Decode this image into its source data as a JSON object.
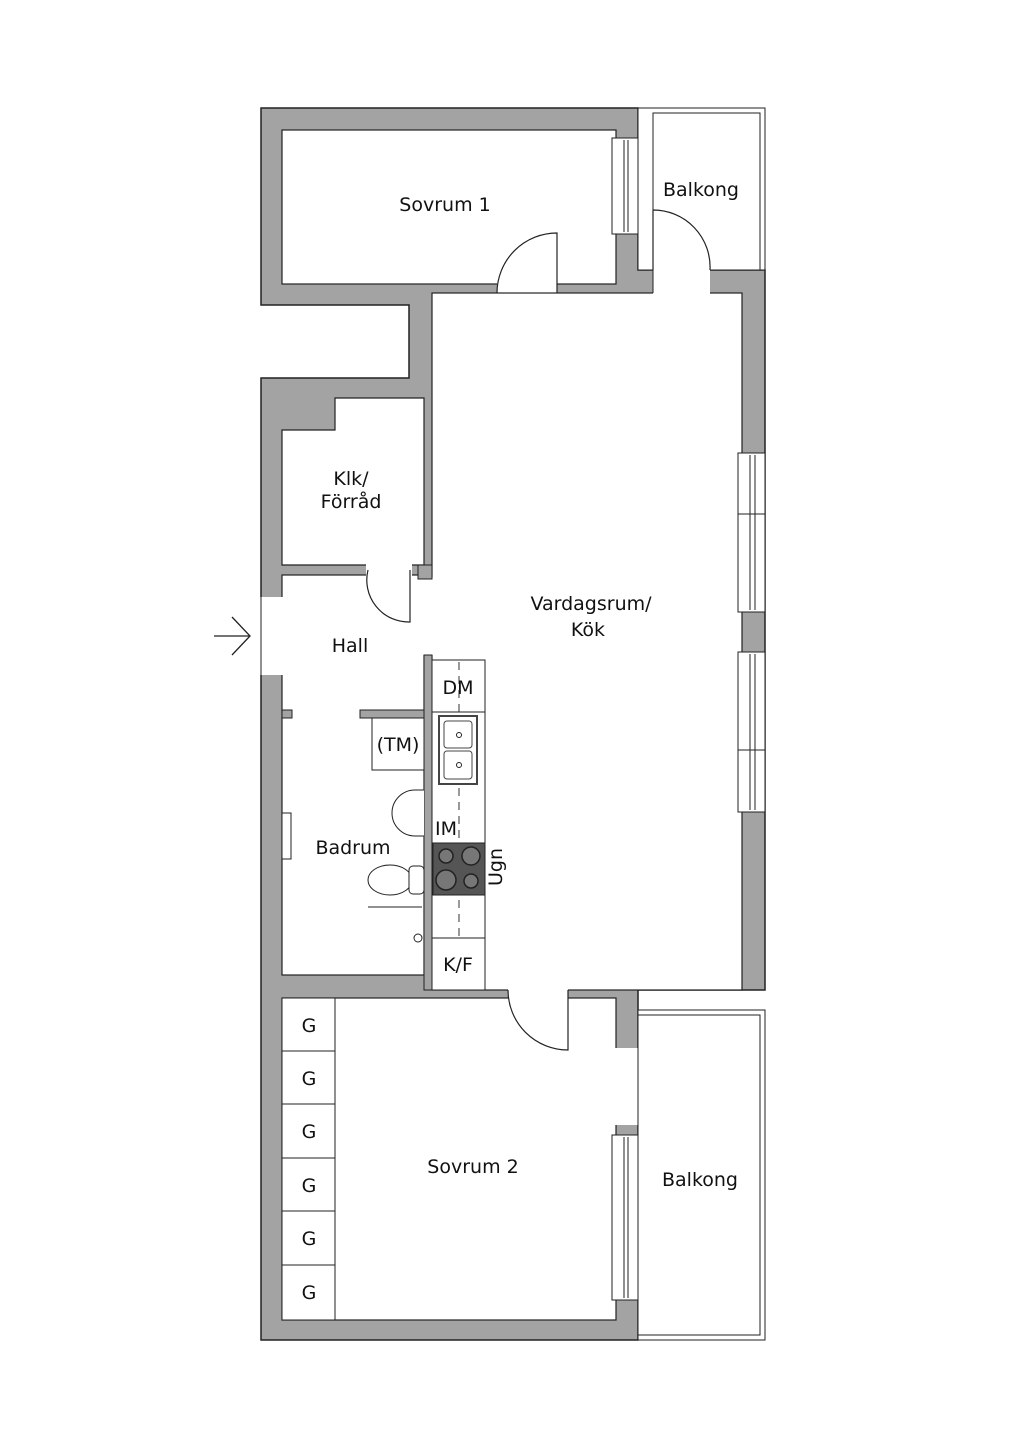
{
  "colors": {
    "wall": "#a3a3a3",
    "outline": "#222222",
    "stove": "#555555"
  },
  "rooms": {
    "sovrum1": "Sovrum 1",
    "balkong1": "Balkong",
    "klk_line1": "Klk/",
    "klk_line2": "Förråd",
    "vardagsrum_line1": "Vardagsrum/",
    "vardagsrum_line2": "Kök",
    "hall": "Hall",
    "badrum": "Badrum",
    "tm": "(TM)",
    "sovrum2": "Sovrum 2",
    "balkong2": "Balkong"
  },
  "kitchen": {
    "dm": "DM",
    "im": "IM",
    "ugn": "Ugn",
    "kf": "K/F"
  },
  "closets": [
    "G",
    "G",
    "G",
    "G",
    "G",
    "G"
  ],
  "entrance_icon": "arrow-right-icon"
}
